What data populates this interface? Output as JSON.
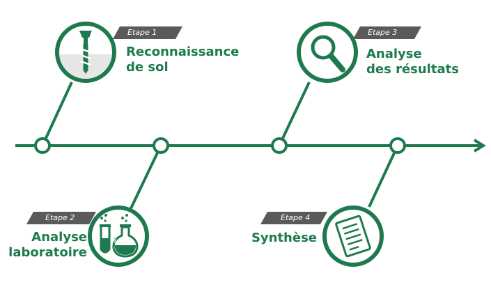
{
  "steps": [
    {
      "tag": "Etape 1",
      "title_lines": [
        "Reconnaissance",
        "de sol"
      ],
      "icon": "drill-bit-icon"
    },
    {
      "tag": "Etape 2",
      "title_lines": [
        "Analyse",
        "laboratoire"
      ],
      "icon": "lab-flasks-icon"
    },
    {
      "tag": "Etape 3",
      "title_lines": [
        "Analyse",
        "des résultats"
      ],
      "icon": "magnifier-icon"
    },
    {
      "tag": "Etape 4",
      "title_lines": [
        "Synthèse"
      ],
      "icon": "document-icon"
    }
  ],
  "colors": {
    "accent": "#1e7a4e",
    "tag_bg": "#5a5a5a",
    "soil": "#e6e6e6",
    "light_green": "#8fcfa6"
  }
}
